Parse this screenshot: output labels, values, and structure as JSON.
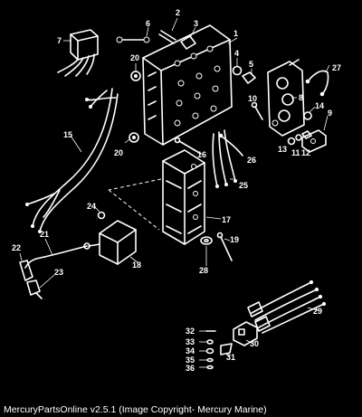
{
  "diagram": {
    "callouts": [
      "1",
      "2",
      "3",
      "4",
      "5",
      "6",
      "7",
      "8",
      "9",
      "10",
      "11",
      "12",
      "13",
      "14",
      "15",
      "16",
      "17",
      "18",
      "19",
      "20",
      "20",
      "21",
      "22",
      "23",
      "24",
      "25",
      "26",
      "27",
      "28",
      "29",
      "30",
      "31",
      "32",
      "33",
      "34",
      "35",
      "36"
    ]
  },
  "footer": {
    "caption": "MercuryPartsOnline v2.5.1 (Image Copyright- Mercury Marine)"
  }
}
